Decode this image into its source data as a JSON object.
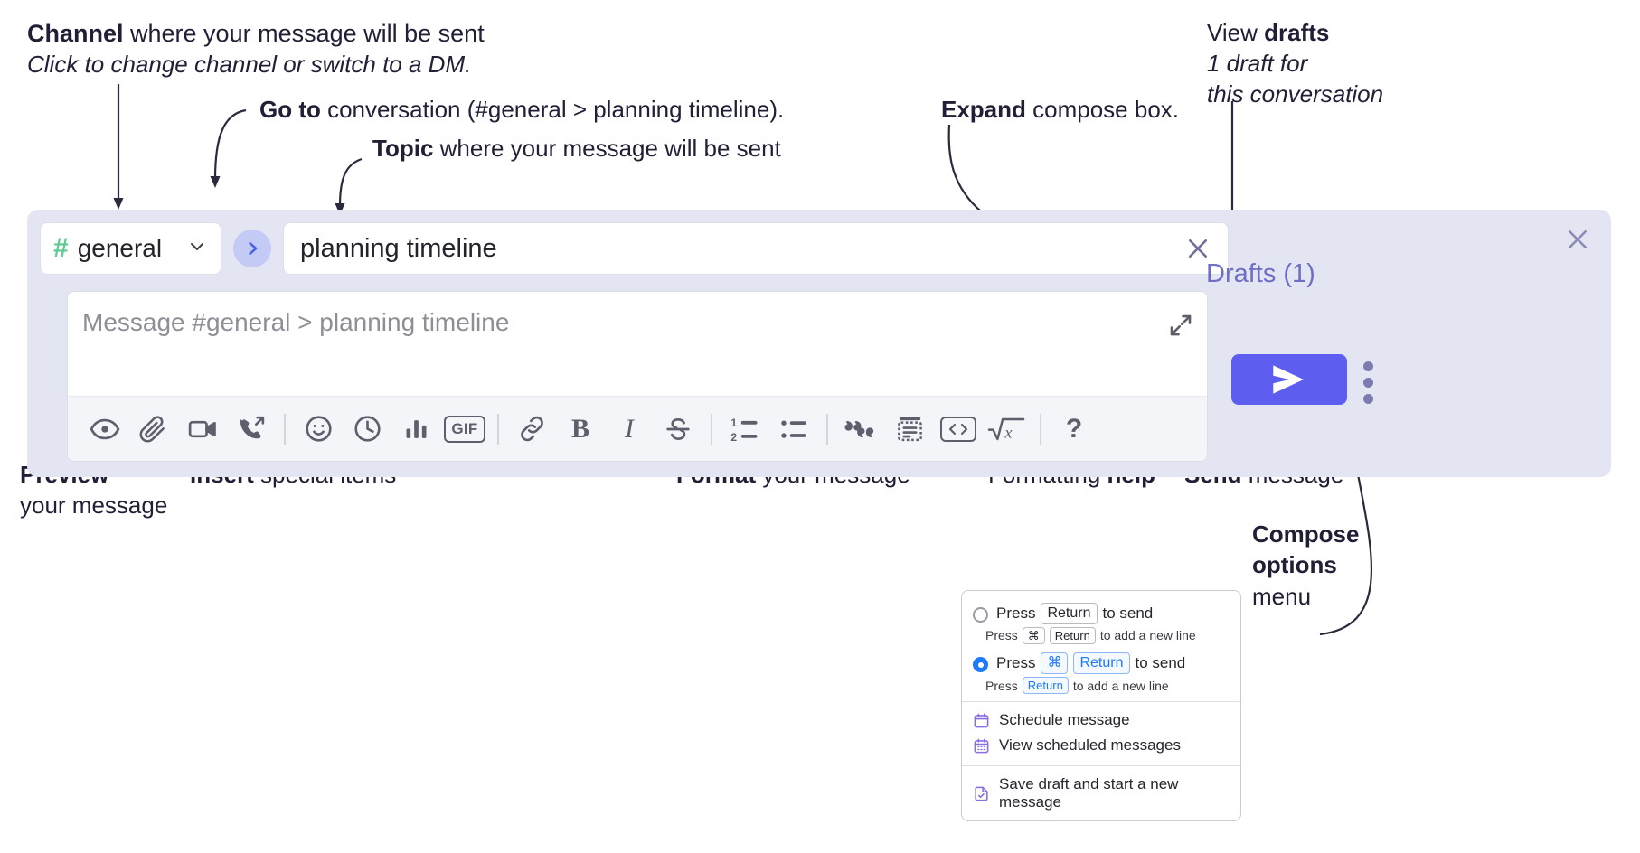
{
  "annotations": {
    "channel": {
      "bold": "Channel",
      "rest": " where your message will be sent",
      "line2": "Click to change channel or switch to a DM."
    },
    "goto": {
      "bold": "Go to",
      "rest": " conversation (#general > planning timeline)."
    },
    "topic": {
      "bold": "Topic",
      "rest": " where your message will be sent"
    },
    "expand": {
      "bold": "Expand",
      "rest": " compose box."
    },
    "drafts": {
      "pre": "View ",
      "bold": "drafts",
      "line2": "1 draft for",
      "line3": "this conversation"
    },
    "preview": {
      "bold": "Preview",
      "line2": "your message"
    },
    "insert": {
      "bold": "Insert",
      "rest": " special items"
    },
    "format": {
      "bold": "Format",
      "rest": " your message"
    },
    "help": {
      "pre": "Formatting ",
      "bold": "help"
    },
    "send": {
      "bold": "Send",
      "rest": " message"
    },
    "compose_options": {
      "bold1": "Compose",
      "bold2": "options",
      "line3": "menu"
    }
  },
  "compose": {
    "channel_name": "general",
    "hash_symbol": "#",
    "topic_value": "planning timeline",
    "message_placeholder": "Message #general > planning timeline",
    "drafts_label": "Drafts (1)",
    "gif_label": "GIF",
    "help_label": "?",
    "bold_label": "B",
    "italic_label": "I",
    "toolbar": [
      {
        "name": "preview-icon",
        "title": "Preview"
      },
      {
        "name": "attachment-icon",
        "title": "Attach file"
      },
      {
        "name": "video-clip-icon",
        "title": "Record video clip"
      },
      {
        "name": "audio-clip-icon",
        "title": "Record audio clip"
      },
      {
        "name": "emoji-icon",
        "title": "Emoji"
      },
      {
        "name": "clock-icon",
        "title": "Recent"
      },
      {
        "name": "poll-icon",
        "title": "Poll"
      },
      {
        "name": "gif-icon",
        "title": "GIF"
      },
      {
        "name": "link-icon",
        "title": "Link"
      },
      {
        "name": "bold-icon",
        "title": "Bold"
      },
      {
        "name": "italic-icon",
        "title": "Italic"
      },
      {
        "name": "strikethrough-icon",
        "title": "Strikethrough"
      },
      {
        "name": "ordered-list-icon",
        "title": "Ordered list"
      },
      {
        "name": "bulleted-list-icon",
        "title": "Bulleted list"
      },
      {
        "name": "blockquote-icon",
        "title": "Blockquote"
      },
      {
        "name": "code-block-icon",
        "title": "Code block"
      },
      {
        "name": "code-icon",
        "title": "Code"
      },
      {
        "name": "math-icon",
        "title": "Math"
      },
      {
        "name": "help-icon",
        "title": "Formatting help"
      }
    ]
  },
  "options_menu": {
    "radio_1": {
      "selected": false,
      "main": {
        "pre": "Press ",
        "key": "Return",
        "post": " to send"
      },
      "sub": {
        "pre": "Press ",
        "key1": "⌘",
        "key2": "Return",
        "post": " to add a new line"
      }
    },
    "radio_2": {
      "selected": true,
      "main": {
        "pre": "Press ",
        "key1": "⌘",
        "key2": "Return",
        "post": " to send"
      },
      "sub": {
        "pre": "Press ",
        "key": "Return",
        "post": " to add a new line"
      }
    },
    "items": [
      {
        "icon": "calendar-icon",
        "label": "Schedule message"
      },
      {
        "icon": "calendar-grid-icon",
        "label": "View scheduled messages"
      },
      {
        "icon": "save-draft-icon",
        "label": "Save draft and start a new message"
      }
    ]
  },
  "colors": {
    "panel_bg": "#e3e5f2",
    "send_blue": "#5d5ef0",
    "hash_green": "#5ec992",
    "goto_circle": "#c3caf5",
    "drafts_purple": "#6e6fc4",
    "menu_icon_purple": "#8b6ee0",
    "radio_blue": "#1d7afc"
  }
}
